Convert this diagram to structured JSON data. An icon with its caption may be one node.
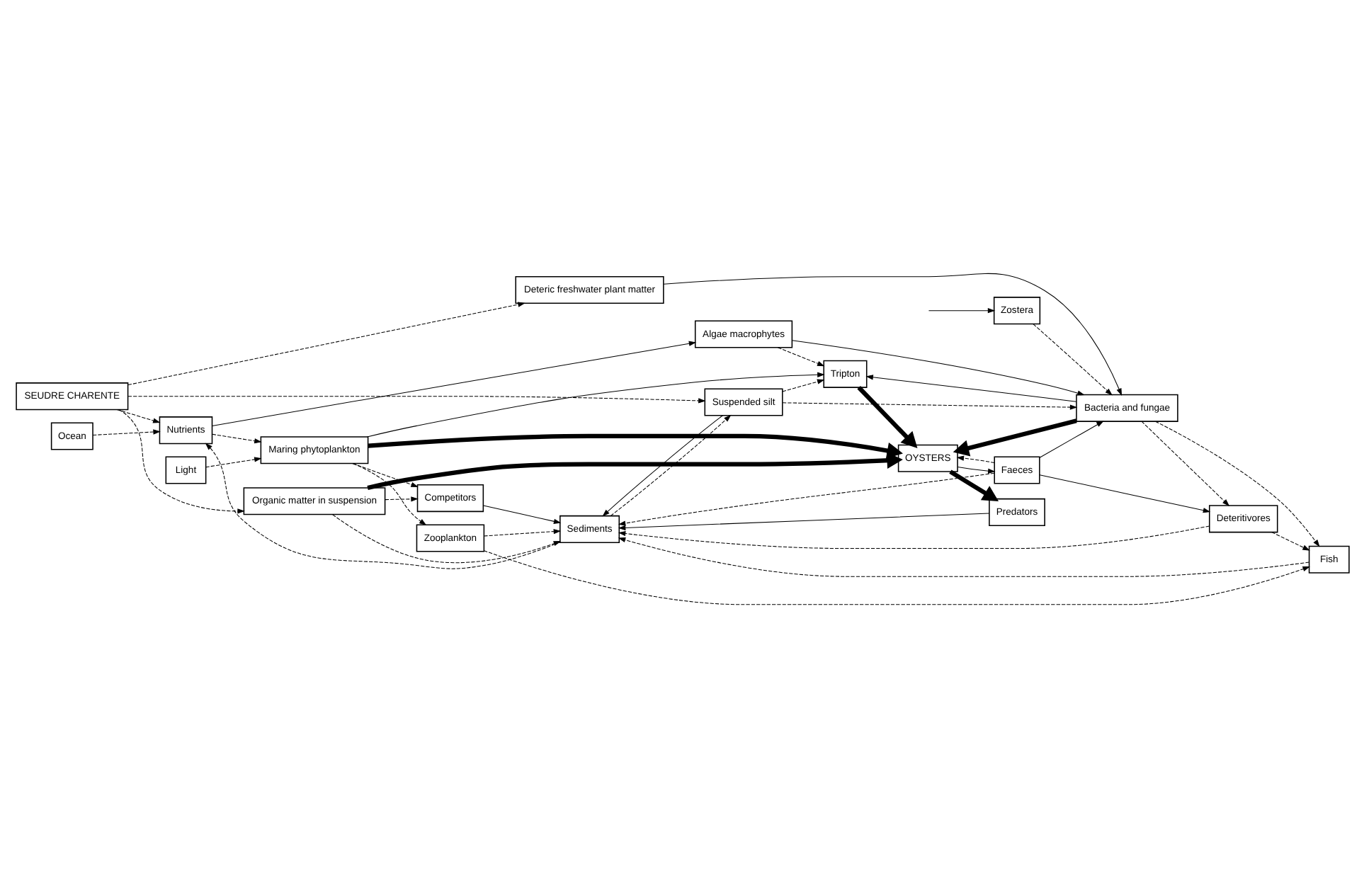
{
  "diagram": {
    "nodes": [
      {
        "text": [
          "Ocean"
        ]
      },
      {
        "text": [
          "Light"
        ]
      },
      {
        "text": [
          "Organic matter in suspension"
        ]
      },
      {
        "text": [
          "Competitors"
        ]
      },
      {
        "text": [
          "SEUDRE CHARENTE"
        ]
      },
      {
        "text": [
          "Nutrients"
        ]
      },
      {
        "text": [
          "Maring phytoplankton"
        ]
      },
      {
        "text": [
          "OYSTERS"
        ]
      },
      {
        "text": [
          "Predators"
        ]
      },
      {
        "text": [
          "Zooplankton"
        ]
      },
      {
        "text": [
          "Algae macrophytes"
        ]
      },
      {
        "text": [
          "Tripton"
        ]
      },
      {
        "text": [
          "Fish"
        ]
      },
      {
        "text": [
          "Zostera"
        ]
      },
      {
        "text": [
          "Bacteria and fungae"
        ]
      },
      {
        "text": [
          "Faeces"
        ]
      },
      {
        "text": [
          "Deteritivores"
        ]
      },
      {
        "text": [
          "Deteric freshwater plant matter"
        ]
      },
      {
        "text": [
          "Suspended silt"
        ]
      },
      {
        "text": [
          "Sediments"
        ]
      }
    ],
    "edges": [
      {
        "from": 0,
        "to": 5,
        "arrow": "to",
        "style": "dashed"
      },
      {
        "from": 1,
        "to": 6,
        "arrow": "to",
        "style": "dashed"
      },
      {
        "from": 4,
        "to": 2,
        "arrow": "to",
        "style": "dashed"
      },
      {
        "from": 4,
        "to": 5,
        "arrow": "to",
        "style": "dashed"
      },
      {
        "from": 2,
        "to": 3,
        "arrow": "to",
        "style": "dashed"
      },
      {
        "from": 2,
        "to": 7,
        "arrow": "to",
        "style": "thick"
      },
      {
        "from": 5,
        "to": 6,
        "arrow": "to",
        "style": "dashed"
      },
      {
        "from": 5,
        "to": 10,
        "arrow": "to"
      },
      {
        "from": 6,
        "to": 3,
        "arrow": "to",
        "style": "dashed"
      },
      {
        "from": 6,
        "to": 7,
        "arrow": "to",
        "style": "thick"
      },
      {
        "from": 6,
        "to": 11,
        "arrow": "to"
      },
      {
        "from": 6,
        "to": 9,
        "arrow": "to",
        "style": "dashed"
      },
      {
        "from": 10,
        "to": 11,
        "arrow": "to",
        "style": "dashed"
      },
      {
        "from": 10,
        "to": 14,
        "arrow": "to"
      },
      {
        "from": 11,
        "to": 7,
        "arrow": "to",
        "style": "thick"
      },
      {
        "from": 14,
        "to": 7,
        "arrow": "to",
        "style": "thick"
      },
      {
        "from": 7,
        "to": 8,
        "arrow": "to",
        "style": "thick"
      },
      {
        "from": null,
        "to": 13,
        "arrow": "to"
      },
      {
        "from": 13,
        "to": 14,
        "arrow": "to",
        "style": "dashed"
      },
      {
        "from": 14,
        "to": 11,
        "arrow": "to"
      },
      {
        "from": 7,
        "to": 15,
        "arrow": "to"
      },
      {
        "from": 15,
        "to": 7,
        "arrow": "to",
        "style": "dashed"
      },
      {
        "from": 15,
        "to": 14,
        "arrow": "to"
      },
      {
        "from": 15,
        "to": 16,
        "arrow": "to"
      },
      {
        "from": 15,
        "to": 19,
        "arrow": "to",
        "style": "dashed"
      },
      {
        "from": 14,
        "to": 12,
        "arrow": "to",
        "style": "dashed"
      },
      {
        "from": 14,
        "to": 16,
        "arrow": "to",
        "style": "dashed"
      },
      {
        "from": 9,
        "to": 12,
        "arrow": "to",
        "style": "dashed"
      },
      {
        "from": 16,
        "to": 12,
        "arrow": "to",
        "style": "dashed"
      },
      {
        "from": 3,
        "to": 19,
        "arrow": "to"
      },
      {
        "from": 8,
        "to": 19,
        "arrow": "to"
      },
      {
        "from": 9,
        "to": 19,
        "arrow": "to",
        "style": "dashed"
      },
      {
        "from": 12,
        "to": 19,
        "arrow": "to",
        "style": "dashed"
      },
      {
        "from": 16,
        "to": 19,
        "arrow": "to",
        "style": "dashed"
      },
      {
        "from": 2,
        "to": 19,
        "arrow": "to",
        "style": "dashed"
      },
      {
        "from": 17,
        "to": 14,
        "arrow": "to"
      },
      {
        "from": 18,
        "to": 14,
        "arrow": "to",
        "style": "dashed"
      },
      {
        "from": 18,
        "to": 11,
        "arrow": "to",
        "style": "dashed"
      },
      {
        "from": 4,
        "to": 17,
        "arrow": "to",
        "style": "dashed"
      },
      {
        "from": 4,
        "to": 18,
        "arrow": "to",
        "style": "dashed"
      },
      {
        "from": 18,
        "to": 19,
        "arrow": "to"
      },
      {
        "from": 19,
        "to": 18,
        "arrow": "to",
        "style": "dashed"
      },
      {
        "from": 19,
        "to": 5,
        "arrow": "to",
        "style": "dashed"
      }
    ]
  }
}
